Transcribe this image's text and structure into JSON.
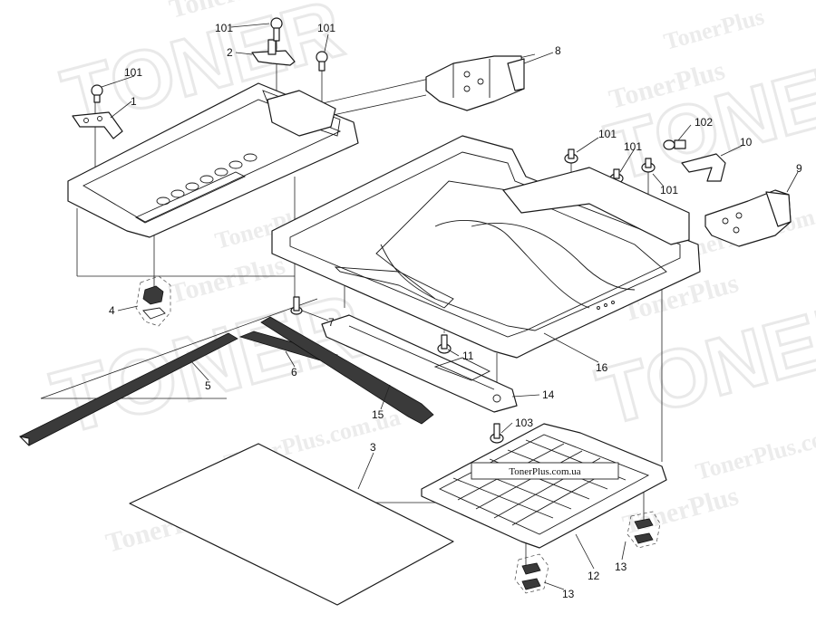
{
  "watermark": {
    "site": "TonerPlus.com.ua",
    "brand": "TonerPlus",
    "big": "TONER"
  },
  "site_label": "TonerPlus.com.ua",
  "callouts": [
    "101",
    "101",
    "101",
    "101",
    "2",
    "1",
    "8",
    "102",
    "10",
    "101",
    "101",
    "9",
    "101",
    "4",
    "7",
    "11",
    "16",
    "5",
    "6",
    "14",
    "15",
    "103",
    "3",
    "12",
    "13",
    "13"
  ]
}
